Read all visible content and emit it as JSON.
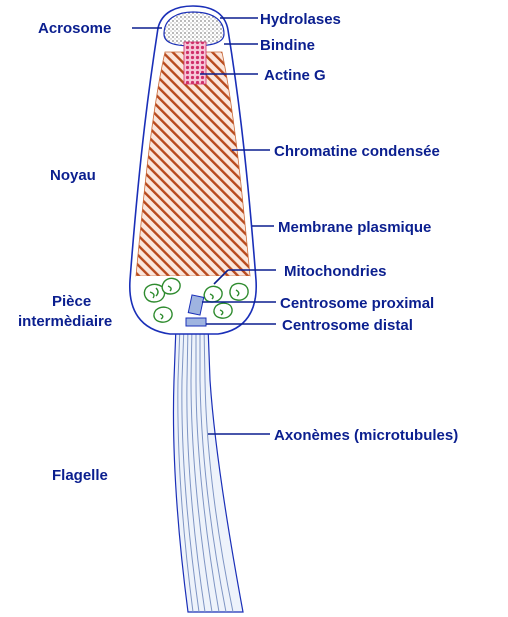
{
  "colors": {
    "label": "#0b1f8f",
    "outline": "#1a2fb8",
    "chromatin_stripe": "#b84a1e",
    "chromatin_bg": "#fbe6dc",
    "actin": "#d0306a",
    "mitochondria": "#2e8b2e",
    "axoneme": "#7f95c4"
  },
  "labels": {
    "acrosome": "Acrosome",
    "hydrolases": "Hydrolases",
    "bindine": "Bindine",
    "actine_g": "Actine G",
    "chromatine": "Chromatine condensée",
    "noyau": "Noyau",
    "membrane": "Membrane plasmique",
    "mitochondries": "Mitochondries",
    "piece_line1": "Pièce",
    "piece_line2": "intermèdiaire",
    "centrosome_proximal": "Centrosome proximal",
    "centrosome_distal": "Centrosome distal",
    "axonemes": "Axonèmes (microtubules)",
    "flagelle": "Flagelle"
  }
}
